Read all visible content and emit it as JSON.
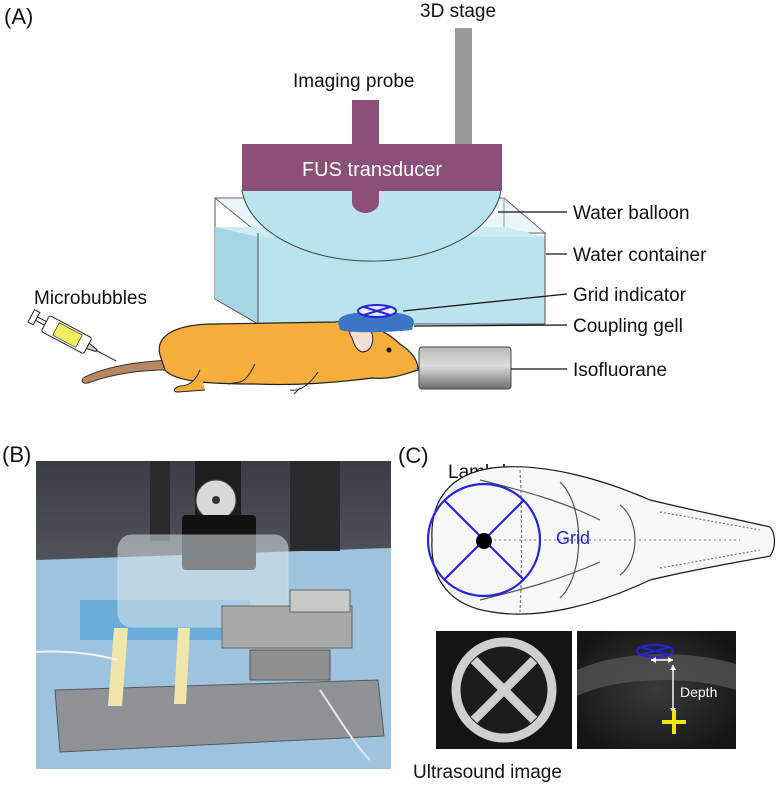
{
  "panel_a": {
    "tag": "(A)",
    "labels": {
      "stage": "3D stage",
      "probe": "Imaging probe",
      "transducer": "FUS transducer",
      "balloon": "Water balloon",
      "container": "Water container",
      "grid": "Grid indicator",
      "gel": "Coupling gell",
      "iso": "Isofluorane",
      "bubbles": "Microbubbles"
    }
  },
  "panel_b": {
    "tag": "(B)"
  },
  "panel_c": {
    "tag": "(C)",
    "lambda": "Lambda",
    "grid": "Grid",
    "depth": "Depth",
    "ultrasound": "Ultrasound image"
  },
  "colors": {
    "transducer": "#8b4f78",
    "water": "#b9e3ee",
    "mouse": "#f7ae3d",
    "grid_blue": "#2424d8",
    "cross_yellow": "#f5e600",
    "post_gray": "#9a9a9a"
  }
}
